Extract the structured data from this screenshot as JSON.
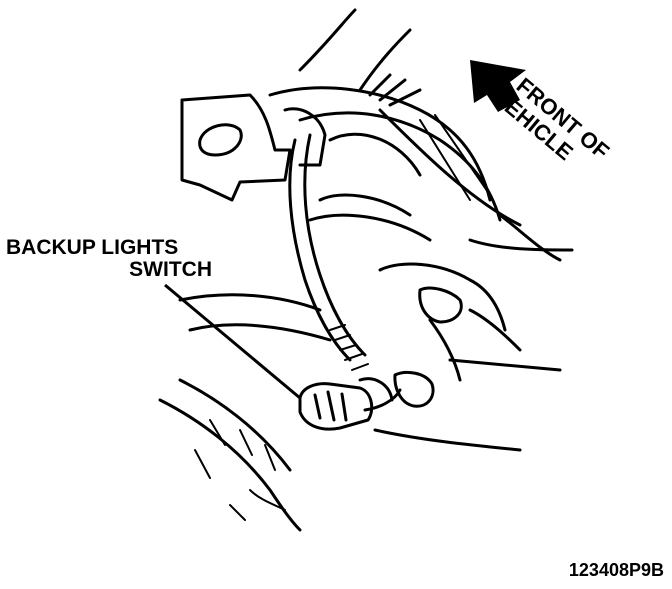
{
  "labels": {
    "switch_line1": "BACKUP LIGHTS",
    "switch_line2": "SWITCH",
    "front_line1": "FRONT OF",
    "front_line2": "VEHICLE",
    "figure_id": "123408P9B"
  },
  "colors": {
    "ink": "#000000",
    "paper": "#ffffff"
  }
}
